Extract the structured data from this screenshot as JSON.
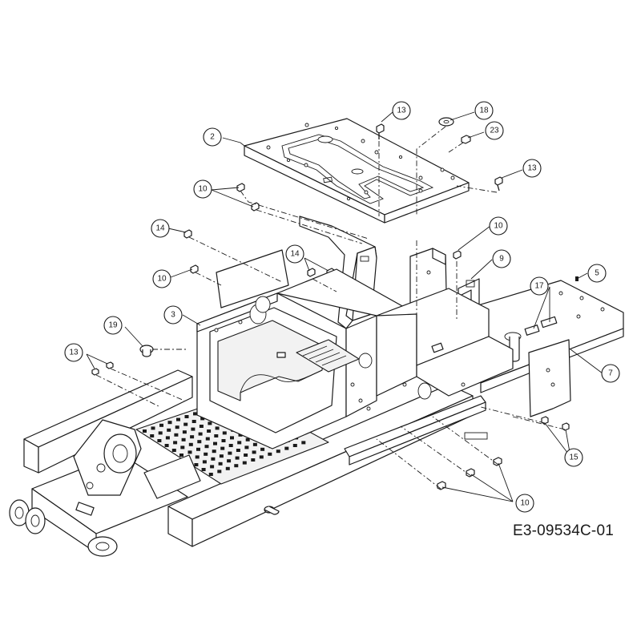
{
  "drawing_code": "E3-09534C-01",
  "callouts": [
    {
      "id": "c2",
      "label": "2"
    },
    {
      "id": "c13a",
      "label": "13"
    },
    {
      "id": "c18",
      "label": "18"
    },
    {
      "id": "c23",
      "label": "23"
    },
    {
      "id": "c13b",
      "label": "13"
    },
    {
      "id": "c10a",
      "label": "10"
    },
    {
      "id": "c14a",
      "label": "14"
    },
    {
      "id": "c14b",
      "label": "14"
    },
    {
      "id": "c10b",
      "label": "10"
    },
    {
      "id": "c10c",
      "label": "10"
    },
    {
      "id": "c9",
      "label": "9"
    },
    {
      "id": "c5",
      "label": "5"
    },
    {
      "id": "c17",
      "label": "17"
    },
    {
      "id": "c3",
      "label": "3"
    },
    {
      "id": "c19",
      "label": "19"
    },
    {
      "id": "c13c",
      "label": "13"
    },
    {
      "id": "c7",
      "label": "7"
    },
    {
      "id": "c15",
      "label": "15"
    },
    {
      "id": "c10d",
      "label": "10"
    }
  ]
}
